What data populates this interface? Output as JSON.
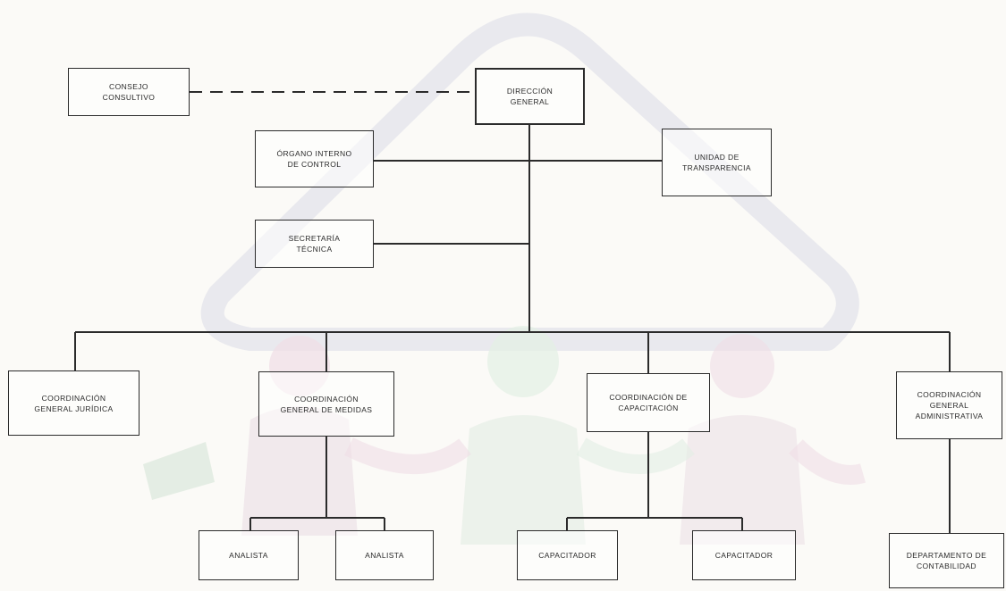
{
  "diagram": {
    "nodes": {
      "consejo_consultivo": "CONSEJO\nCONSULTIVO",
      "direccion_general": "DIRECCIÓN\nGENERAL",
      "organo_interno_control": "ÓRGANO INTERNO\nDE CONTROL",
      "unidad_transparencia": "UNIDAD DE\nTRANSPARENCIA",
      "secretaria_tecnica": "SECRETARÍA\nTÉCNICA",
      "coord_juridica": "COORDINACIÓN\nGENERAL JURÍDICA",
      "coord_medidas": "COORDINACIÓN\nGENERAL DE MEDIDAS",
      "coord_capacitacion": "COORDINACIÓN DE\nCAPACITACIÓN",
      "coord_administrativa": "COORDINACIÓN\nGENERAL\nADMINISTRATIVA",
      "analista_1": "ANALISTA",
      "analista_2": "ANALISTA",
      "capacitador_1": "CAPACITADOR",
      "capacitador_2": "CAPACITADOR",
      "depto_contabilidad": "DEPARTAMENTO DE\nCONTABILIDAD"
    },
    "colors": {
      "line": "#2b2b2b",
      "watermark_gray": "#e7e7ea",
      "watermark_pink": "#f0dde6",
      "watermark_green": "#e3efe4"
    }
  }
}
